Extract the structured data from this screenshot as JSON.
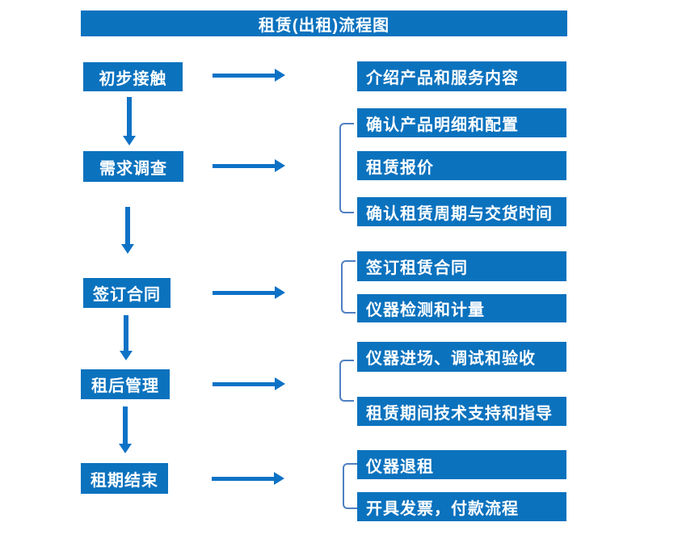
{
  "title": "租赁(出租)流程图",
  "colors": {
    "box_blue": "#0b72be",
    "arrow_blue": "#0d72c6",
    "bracket_blue": "#4f80c2",
    "text": "#ffffff",
    "background": "#ffffff"
  },
  "stages": [
    {
      "label": "初步接触",
      "details": [
        "介绍产品和服务内容"
      ]
    },
    {
      "label": "需求调查",
      "details": [
        "确认产品明细和配置",
        "租赁报价",
        "确认租赁周期与交货时间"
      ]
    },
    {
      "label": "签订合同",
      "details": [
        "签订租赁合同",
        "仪器检测和计量"
      ]
    },
    {
      "label": "租后管理",
      "details": [
        "仪器进场、调试和验收",
        "租赁期间技术支持和指导"
      ]
    },
    {
      "label": "租期结束",
      "details": [
        "仪器退租",
        "开具发票，付款流程"
      ]
    }
  ]
}
